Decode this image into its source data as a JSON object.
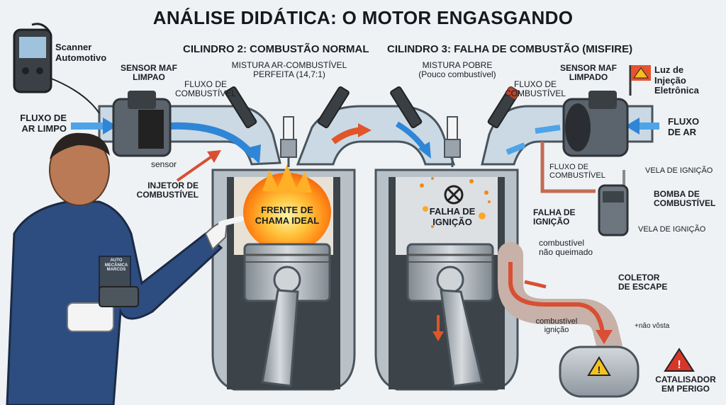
{
  "title": "ANÁLISE DIDÁTICA: O MOTOR ENGASGANDO",
  "scanner": {
    "label": "Scanner\nAutomotivo"
  },
  "left_side": {
    "cylinder_title": "CILINDRO 2: COMBUSTÃO NORMAL",
    "maf_label": "SENSOR MAF\nLIMPAO",
    "airflow_label": "FLUXO DE\nAR LIMPO",
    "fuel_flow_label": "FLUXO DE\nCOMBUSTÍVEL",
    "mixture_label": "MISTURA AR-COMBUSTÍVEL\nPERFEITA (14,7:1)",
    "sensor_label": "sensor",
    "injector_label": "INJETOR DE\nCOMBUSTÍVEL",
    "flame_label": "FRENTE DE\nCHAMA IDEAL"
  },
  "right_side": {
    "cylinder_title": "CILINDRO 3: FALHA DE COMBUSTÃO (MISFIRE)",
    "mixture_label": "MISTURA POBRE\n(Pouco combustível)",
    "fuel_flow_label": "FLUXO DE\nCOMBUSTÍVEL",
    "maf_label": "SENSOR MAF\nLIMPADO",
    "check_light_label": "Luz de\nInjeção\nEletrônica",
    "airflow_label": "FLUXO\nDE AR",
    "fuel_flow_label_2": "FLUXO DE\nCOMBUSTÍVEL",
    "spark_plug_label_1": "VELA DE IGNIÇÃO",
    "fuel_pump_label": "BOMBA DE\nCOMBUSTÍVEL",
    "spark_plug_label_2": "VELA DE IGNIÇÃO",
    "misfire_label": "FALHA DE\nIGNIÇÃO",
    "ignition_fail_label": "FALHA DE\nIGNIÇÃO",
    "unburned_label": "combustível\nnão queimado",
    "exhaust_label": "COLETOR\nDE ESCAPE",
    "fuel_ignition_label": "combustível\nignição",
    "small_note": "+não vôsta",
    "catalyst_label": "CATALISADOR\nEM PERIGO"
  },
  "mechanic": {
    "badge": "AUTO\nMECÂNICA\nMARCOS"
  },
  "colors": {
    "air": "#2f86d6",
    "flame": "#ff9a1e",
    "danger": "#c8391e",
    "warn": "#f3c221",
    "metal": "#9aa3ab"
  }
}
